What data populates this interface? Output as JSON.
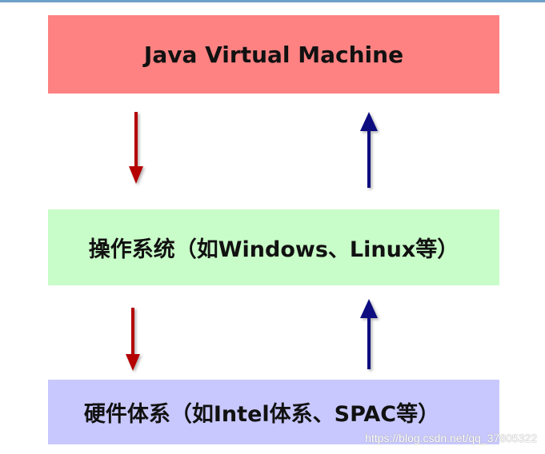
{
  "layers": {
    "jvm": {
      "label": "Java Virtual Machine",
      "color": "#fe8282"
    },
    "os": {
      "label": "操作系统（如Windows、Linux等）",
      "color": "#c8fcc8"
    },
    "hardware": {
      "label": "硬件体系（如Intel体系、SPAC等）",
      "color": "#c8c8fe"
    }
  },
  "arrows": {
    "down_color": "#b40000",
    "up_color": "#0c0c80"
  },
  "watermark": "https://blog.csdn.net/qq_37805322"
}
